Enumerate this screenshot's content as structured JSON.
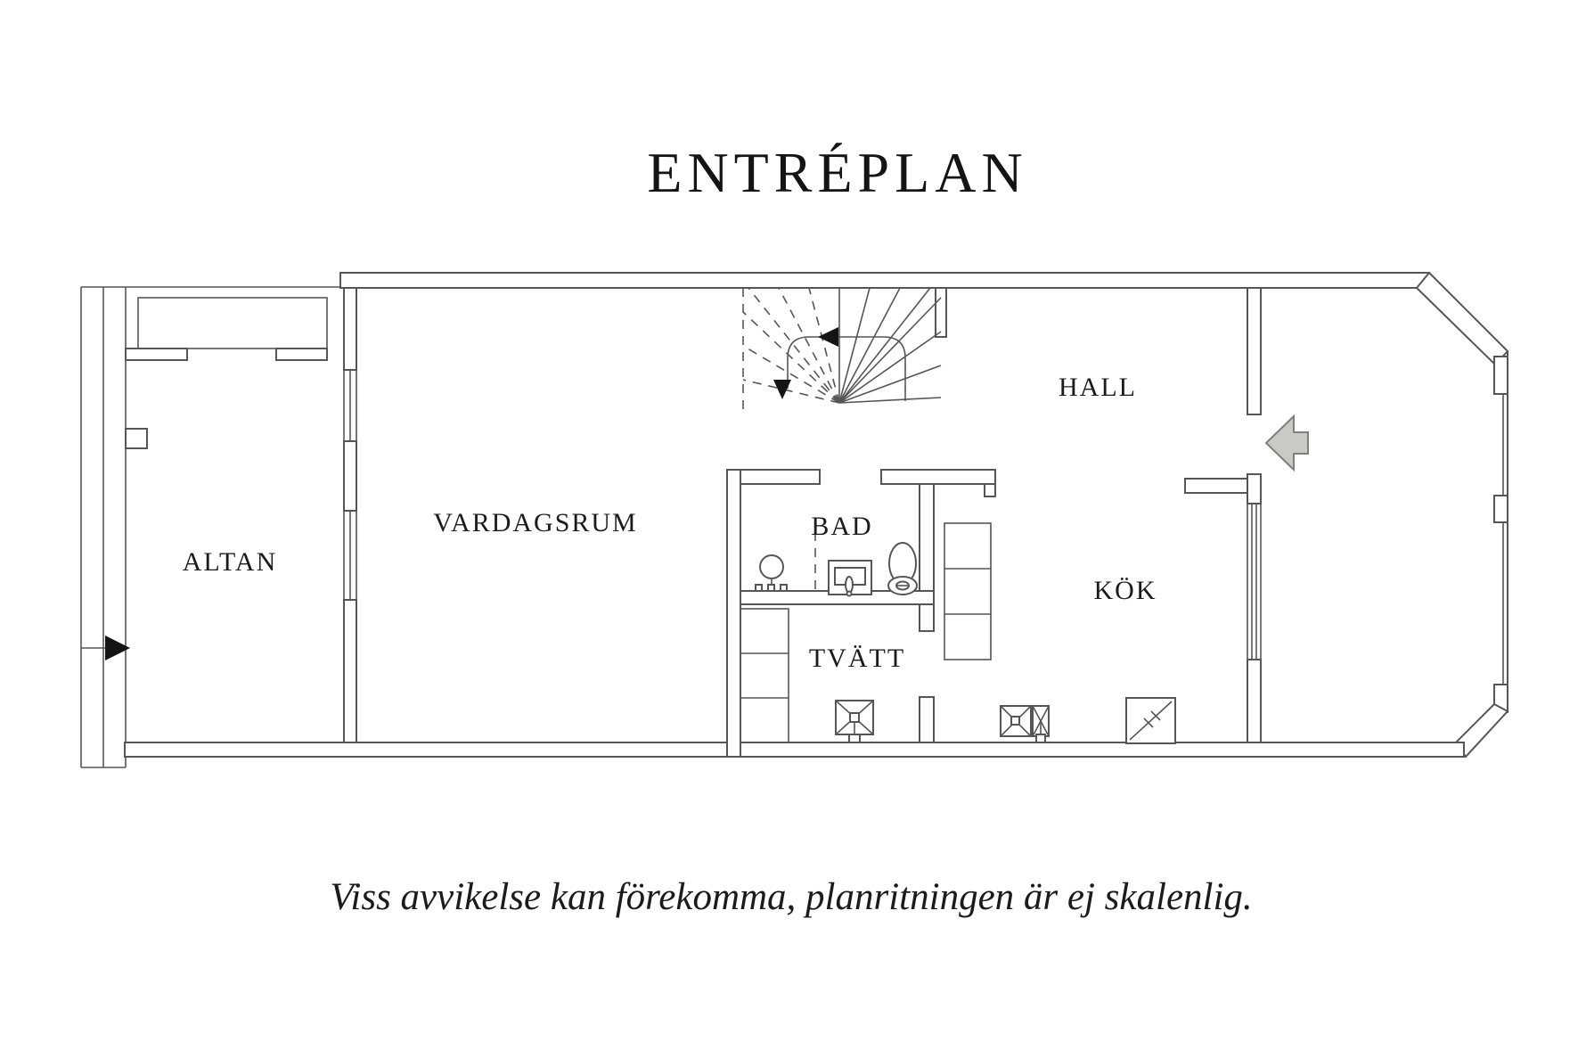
{
  "title": "ENTRÉPLAN",
  "caption": "Viss avvikelse kan förekomma, planritningen är ej skalenlig.",
  "rooms": {
    "altan": {
      "label": "ALTAN"
    },
    "vardagsrum": {
      "label": "VARDAGSRUM"
    },
    "bad": {
      "label": "BAD"
    },
    "tvatt": {
      "label": "TVÄTT"
    },
    "hall": {
      "label": "HALL"
    },
    "kok": {
      "label": "KÖK"
    }
  },
  "icons": {
    "entry_arrow": "entry-direction-arrow",
    "stair_up_arrow": "stair-direction-arrow",
    "stair_down_arrow": "stair-down-arrow",
    "altan_arrow": "altan-entry-arrow",
    "shower": "shower-mixer",
    "sink": "washbasin",
    "toilet": "toilet",
    "washer": "washing-machine",
    "hob": "kitchen-hob",
    "kitchen_sink": "kitchen-sink",
    "fridge": "fridge-freezer"
  },
  "colors": {
    "background": "#ffffff",
    "wall_line": "#565656",
    "text": "#1b1b1b",
    "entry_arrow_fill": "#c9c9c6",
    "entry_arrow_stroke": "#7f7f7d",
    "solid_arrow": "#141414"
  }
}
